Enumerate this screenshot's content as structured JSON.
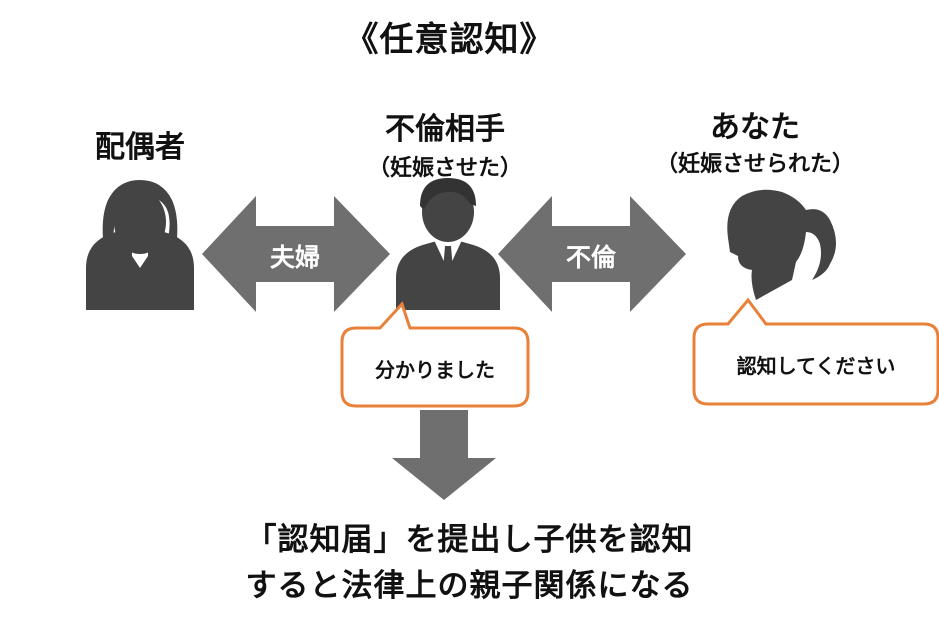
{
  "title": "《任意認知》",
  "people": {
    "spouse": {
      "name": "配偶者"
    },
    "partner": {
      "name": "不倫相手",
      "role": "（妊娠させた）"
    },
    "you": {
      "name": "あなた",
      "role": "（妊娠させられた）"
    }
  },
  "relations": {
    "married": "夫婦",
    "affair": "不倫"
  },
  "bubbles": {
    "partner": "分かりました",
    "you": "認知してください"
  },
  "conclusion": {
    "line1": "「認知届」を提出し子供を認知",
    "line2": "すると法律上の親子関係になる"
  },
  "colors": {
    "arrow": "#6f6f6f",
    "figure": "#444444",
    "bubble_border": "#e8823a"
  }
}
